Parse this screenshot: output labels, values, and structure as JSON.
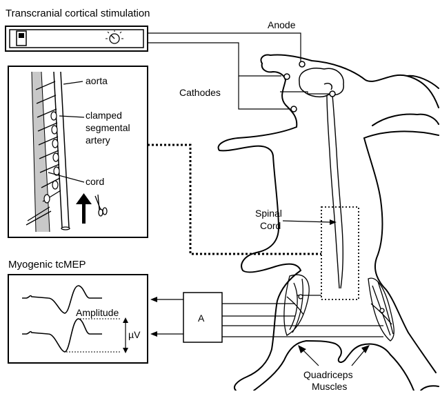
{
  "titles": {
    "top": "Transcranial cortical stimulation",
    "bottom": "Myogenic tcMEP"
  },
  "electrodes": {
    "anode": "Anode",
    "cathodes": "Cathodes"
  },
  "inset": {
    "aorta": "aorta",
    "clamped_line1": "clamped",
    "clamped_line2": "segmental",
    "clamped_line3": "artery",
    "cord": "cord"
  },
  "spinal_cord": {
    "line1": "Spinal",
    "line2": "Cord"
  },
  "recording": {
    "amplitude": "Amplitude",
    "unit": "µV",
    "amplifier": "A"
  },
  "muscles": {
    "line1": "Quadriceps",
    "line2": "Muscles"
  }
}
